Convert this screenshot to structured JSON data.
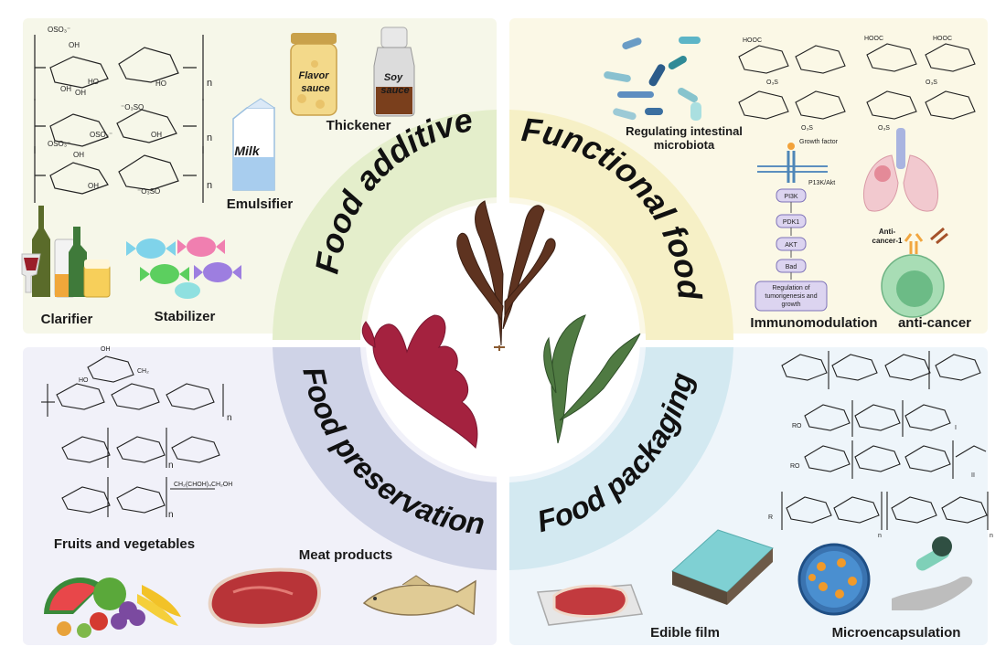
{
  "quadrants": {
    "food_additive": {
      "title": "Food additive",
      "items": [
        "Thickener",
        "Emulsifier",
        "Clarifier",
        "Stabilizer"
      ],
      "jar_labels": [
        "Flavor",
        "sauce"
      ],
      "bottle_labels": [
        "Soy",
        "sauce"
      ],
      "carton_label": "Milk"
    },
    "functional_food": {
      "title": "Functional food",
      "items": [
        "Regulating intestinal",
        "microbiota",
        "Immunomodulation",
        "anti-cancer"
      ],
      "pathway": [
        "Growth factor",
        "P13K/Akt",
        "PI3K",
        "PDK1",
        "AKT",
        "Bad",
        "Regulation of",
        "tumorigenesis and",
        "growth"
      ],
      "anti_label": [
        "Anti-",
        "cancer-1"
      ]
    },
    "food_preservation": {
      "title": "Food preservation",
      "items": [
        "Fruits and vegetables",
        "Meat products"
      ]
    },
    "food_packaging": {
      "title": "Food packaging",
      "items": [
        "Edible film",
        "Microencapsulation"
      ]
    }
  },
  "colors": {
    "additive_bg": "#f6f7e9",
    "functional_bg": "#fbf8e6",
    "preservation_bg": "#f1f1f9",
    "packaging_bg": "#eef5fa",
    "additive_ring": "#e4eecb",
    "functional_ring": "#f6f0c6",
    "preservation_ring": "#cfd3e7",
    "packaging_ring": "#d3e9f1"
  }
}
